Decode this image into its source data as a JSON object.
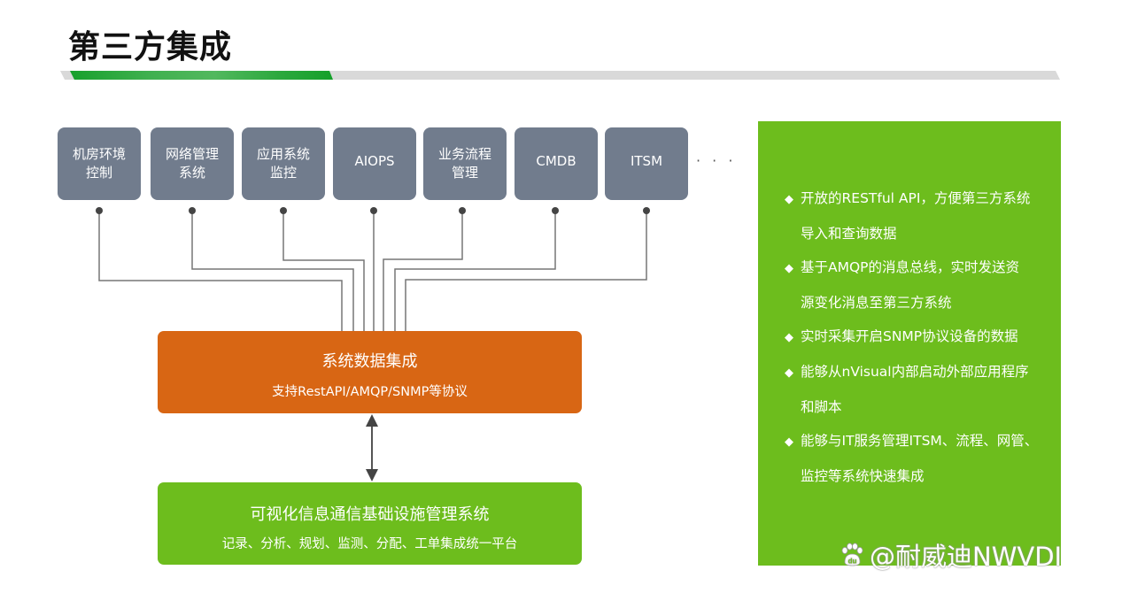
{
  "page": {
    "title": "第三方集成"
  },
  "colors": {
    "accent_green": "#19a12d",
    "panel_green": "#6dbd1d",
    "hub_orange": "#d86614",
    "system_box_gray": "#717c8d",
    "connector_gray": "#6b6b6b",
    "title_bar_gray": "#d9d9d9"
  },
  "systems": [
    {
      "label": "机房环境控制"
    },
    {
      "label": "网络管理系统"
    },
    {
      "label": "应用系统监控"
    },
    {
      "label": "AIOPS"
    },
    {
      "label": "业务流程管理"
    },
    {
      "label": "CMDB"
    },
    {
      "label": "ITSM"
    }
  ],
  "systems_lines": [
    [
      "机房环境",
      "控制"
    ],
    [
      "网络管理",
      "系统"
    ],
    [
      "应用系统",
      "监控"
    ],
    [
      "AIOPS"
    ],
    [
      "业务流程",
      "管理"
    ],
    [
      "CMDB"
    ],
    [
      "ITSM"
    ]
  ],
  "ellipsis": "· · ·",
  "hub": {
    "title": "系统数据集成",
    "subtitle": "支持RestAPI/AMQP/SNMP等协议"
  },
  "platform": {
    "title": "可视化信息通信基础设施管理系统",
    "subtitle": "记录、分析、规划、监测、分配、工单集成统一平台"
  },
  "features": {
    "bullet": "◆",
    "items": [
      {
        "lines": [
          "开放的RESTful API，方便第三方系统",
          "导入和查询数据"
        ]
      },
      {
        "lines": [
          "基于AMQP的消息总线，实时发送资",
          "源变化消息至第三方系统"
        ]
      },
      {
        "lines": [
          "实时采集开启SNMP协议设备的数据"
        ]
      },
      {
        "lines": [
          "能够从nVisual内部启动外部应用程序",
          "和脚本"
        ]
      },
      {
        "lines": [
          "能够与IT服务管理ITSM、流程、网管、",
          "监控等系统快速集成"
        ]
      }
    ]
  },
  "watermark": {
    "icon": "baidu-paw-icon",
    "text": "@耐威迪NWVDI"
  }
}
